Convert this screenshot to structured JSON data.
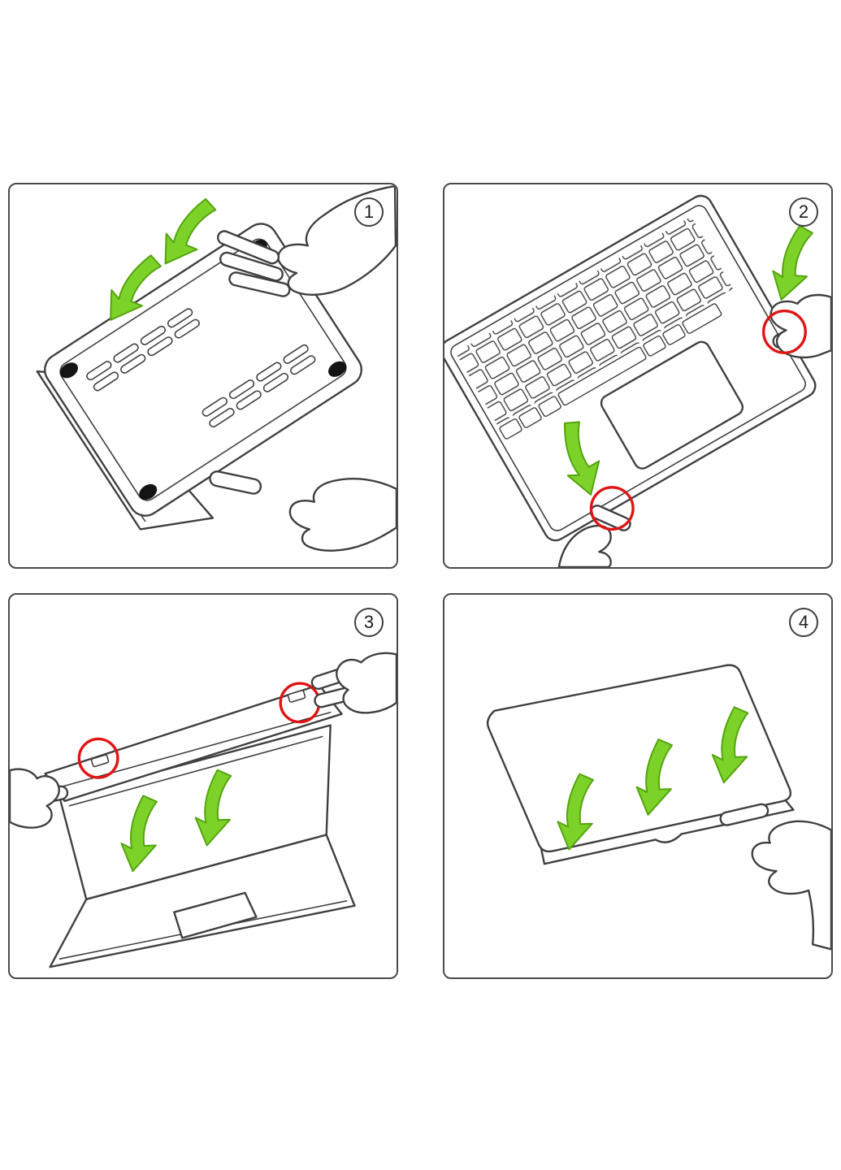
{
  "colors": {
    "line": "#3f3f3f",
    "panel_border": "#4a4a4a",
    "green_arrow": "#7cd228",
    "green_arrow_dark": "#55a40e",
    "red_circle": "#e01414",
    "foot_black": "#141414",
    "logo_gray": "#b5b5b5"
  },
  "panels": [
    {
      "number": "1"
    },
    {
      "number": "2"
    },
    {
      "number": "3"
    },
    {
      "number": "4"
    }
  ]
}
